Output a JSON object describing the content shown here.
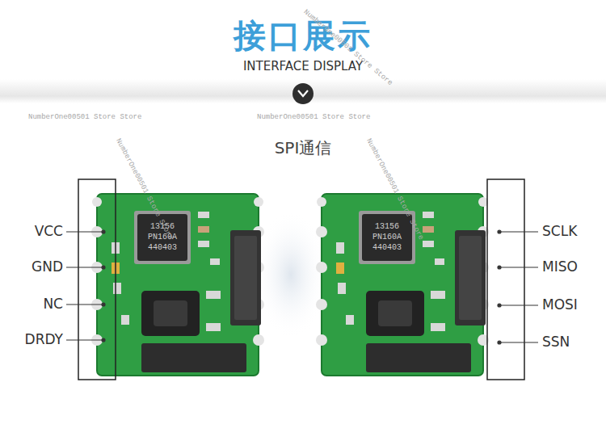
{
  "diagram": {
    "title": "接口展示",
    "labels": [
      "INTERFACE DISPLAY",
      "SPI通信",
      "VCC",
      "GND",
      "NC",
      "DRDY",
      "SCLK",
      "MISO",
      "MOSI",
      "SSN",
      "13156",
      "PN160A",
      "440403",
      "13156",
      "PN160A",
      "440403",
      "NumberOne00501 Store Store",
      "NumberOne00501 Store Store",
      "NumberOne00501 Store Store",
      "NumberOne00501 Store Store",
      "NumberOne00501 Store Store"
    ]
  }
}
